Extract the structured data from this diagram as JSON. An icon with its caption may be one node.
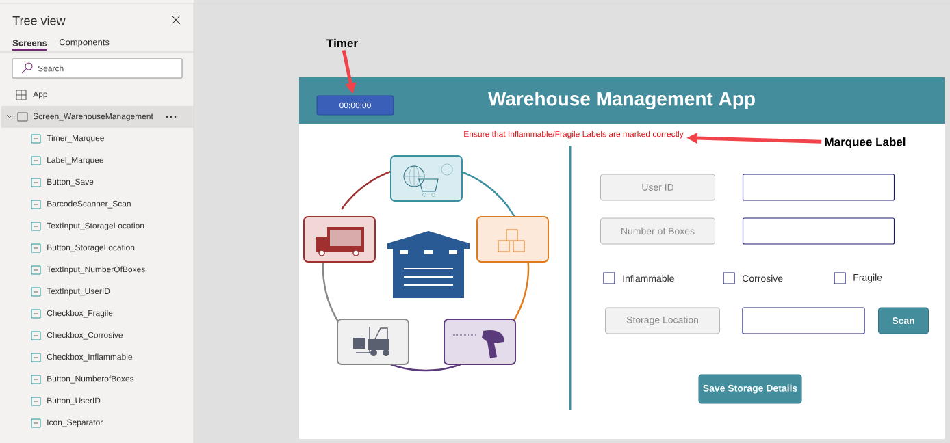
{
  "diagram": {
    "nodes": [
      {
        "text": [
          "Timer"
        ]
      },
      {
        "text": [
          "Warehouse Management App"
        ]
      },
      {
        "text": [
          "00:00:00"
        ],
        "in": 1
      },
      {
        "text": [
          "Marquee Label"
        ]
      },
      {
        "text": [
          "Ensure that Inflammable/Fragile Labels are marked correctly"
        ]
      },
      {
        "text": [
          "User ID"
        ]
      },
      {
        "text": [],
        "shape": "box"
      },
      {
        "text": [
          "Number of Boxes"
        ]
      },
      {
        "text": [],
        "shape": "box"
      },
      {
        "text": [
          "Storage Location"
        ]
      },
      {
        "text": [],
        "shape": "box"
      },
      {
        "text": [
          "Scan"
        ]
      },
      {
        "text": [
          "Save Storage Details"
        ]
      }
    ],
    "edges": [
      {
        "from": 0,
        "to": 2,
        "arrow": "to"
      },
      {
        "from": 3,
        "to": 4,
        "arrow": "to"
      }
    ],
    "labels": [
      "Tree view",
      "Screens",
      "Components",
      "Search",
      "App",
      "Screen_WarehouseManagement",
      "Timer_Marquee",
      "Label_Marquee",
      "Button_Save",
      "BarcodeScanner_Scan",
      "TextInput_StorageLocation",
      "Button_StorageLocation",
      "TextInput_NumberOfBoxes",
      "TextInput_UserID",
      "Checkbox_Fragile",
      "Checkbox_Corrosive",
      "Checkbox_Inflammable",
      "Button_NumberofBoxes",
      "Button_UserID",
      "Icon_Separator",
      "Inflammable",
      "Corrosive",
      "Fragile"
    ]
  }
}
